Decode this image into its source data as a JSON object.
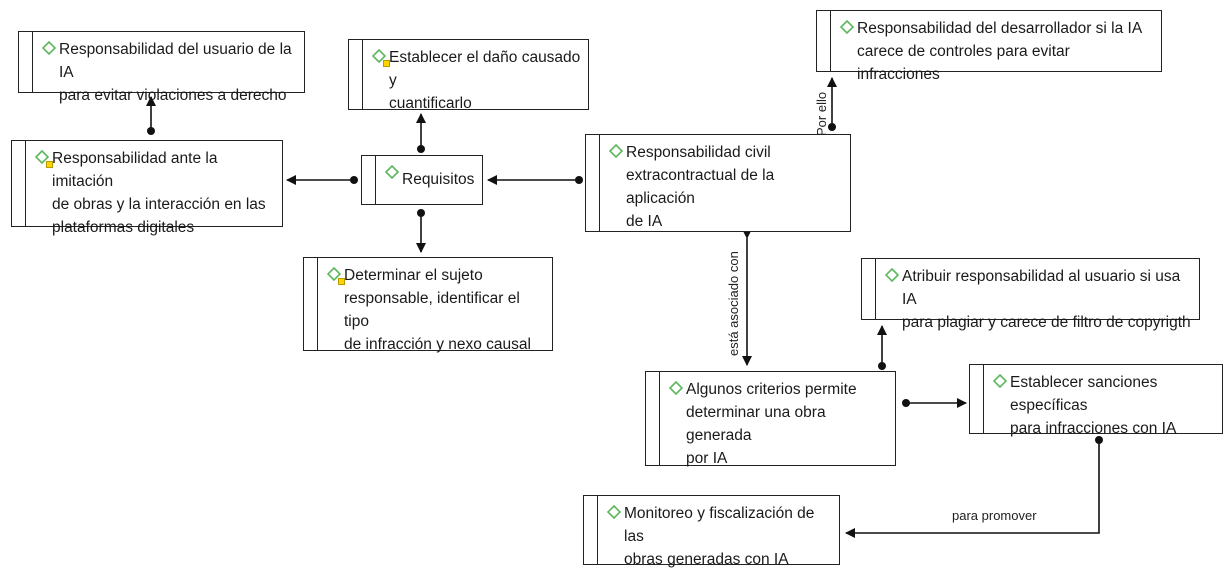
{
  "nodes": {
    "central": {
      "text": "Responsabilidad civil\nextracontractual de la aplicación\nde IA"
    },
    "requisitos": {
      "text": "Requisitos"
    },
    "dano": {
      "text": "Establecer el daño causado y\ncuantificarlo"
    },
    "sujeto": {
      "text": "Determinar el sujeto\nresponsable, identificar el tipo\nde  infracción y nexo causal"
    },
    "imitacion": {
      "text": "Responsabilidad ante la imitación\nde obras y la interacción en las\nplataformas digitales"
    },
    "usuario": {
      "text": "Responsabilidad del usuario de la IA\npara evitar violaciones a derecho"
    },
    "desarrollador": {
      "text": "Responsabilidad del desarrollador si la IA\ncarece de controles para evitar infracciones"
    },
    "criterios": {
      "text": "Algunos criterios permite\ndeterminar una obra generada\npor IA"
    },
    "atribuir": {
      "text": "Atribuir responsabilidad al usuario si usa IA\npara plagiar y carece de filtro de copyrigth"
    },
    "sanciones": {
      "text": "Establecer sanciones específicas\npara infracciones con IA"
    },
    "monitoreo": {
      "text": "Monitoreo y fiscalización de las\nobras generadas con IA"
    }
  },
  "links": {
    "por_ello": "Por ello",
    "asociado": "está asociado con",
    "promover": "para promover"
  },
  "colors": {
    "diamond": "#5cb85c",
    "note": "#ffd400",
    "line": "#111111"
  },
  "icons": {
    "topic": "diamond-icon",
    "note": "note-icon"
  }
}
